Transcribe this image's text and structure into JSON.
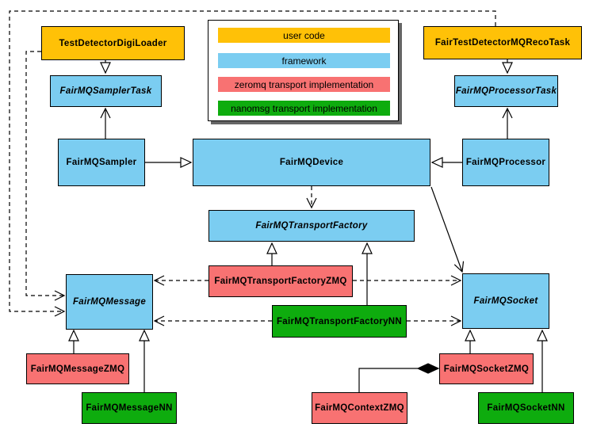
{
  "legend": {
    "items": [
      {
        "label": "user code",
        "color": "#FFC107"
      },
      {
        "label": "framework",
        "color": "#7BCDF1"
      },
      {
        "label": "zeromq transport implementation",
        "color": "#F87272"
      },
      {
        "label": "nanomsg transport implementation",
        "color": "#0EAC0E"
      }
    ]
  },
  "nodes": [
    {
      "label": "TestDetectorDigiLoader",
      "kind": "user",
      "abstract": false
    },
    {
      "label": "FairTestDetectorMQRecoTask",
      "kind": "user",
      "abstract": false
    },
    {
      "label": "FairMQSamplerTask",
      "kind": "framework",
      "abstract": true
    },
    {
      "label": "FairMQProcessorTask",
      "kind": "framework",
      "abstract": true
    },
    {
      "label": "FairMQSampler",
      "kind": "framework",
      "abstract": false
    },
    {
      "label": "FairMQDevice",
      "kind": "framework",
      "abstract": false
    },
    {
      "label": "FairMQProcessor",
      "kind": "framework",
      "abstract": false
    },
    {
      "label": "FairMQTransportFactory",
      "kind": "framework",
      "abstract": true
    },
    {
      "label": "FairMQTransportFactoryZMQ",
      "kind": "zeromq",
      "abstract": false
    },
    {
      "label": "FairMQTransportFactoryNN",
      "kind": "nanomsg",
      "abstract": false
    },
    {
      "label": "FairMQMessage",
      "kind": "framework",
      "abstract": true
    },
    {
      "label": "FairMQSocket",
      "kind": "framework",
      "abstract": true
    },
    {
      "label": "FairMQMessageZMQ",
      "kind": "zeromq",
      "abstract": false
    },
    {
      "label": "FairMQMessageNN",
      "kind": "nanomsg",
      "abstract": false
    },
    {
      "label": "FairMQSocketZMQ",
      "kind": "zeromq",
      "abstract": false
    },
    {
      "label": "FairMQSocketNN",
      "kind": "nanomsg",
      "abstract": false
    },
    {
      "label": "FairMQContextZMQ",
      "kind": "zeromq",
      "abstract": false
    }
  ],
  "edges": [
    {
      "from": "TestDetectorDigiLoader",
      "to": "FairMQSamplerTask",
      "type": "inheritance",
      "line": "solid"
    },
    {
      "from": "FairTestDetectorMQRecoTask",
      "to": "FairMQProcessorTask",
      "type": "inheritance",
      "line": "solid"
    },
    {
      "from": "FairMQSampler",
      "to": "FairMQSamplerTask",
      "type": "association",
      "line": "solid"
    },
    {
      "from": "FairMQProcessor",
      "to": "FairMQProcessorTask",
      "type": "association",
      "line": "solid"
    },
    {
      "from": "FairMQSampler",
      "to": "FairMQDevice",
      "type": "inheritance",
      "line": "solid"
    },
    {
      "from": "FairMQProcessor",
      "to": "FairMQDevice",
      "type": "inheritance",
      "line": "solid"
    },
    {
      "from": "FairMQDevice",
      "to": "FairMQTransportFactory",
      "type": "dependency",
      "line": "dashed"
    },
    {
      "from": "FairMQDevice",
      "to": "FairMQSocket",
      "type": "association",
      "line": "solid"
    },
    {
      "from": "FairMQTransportFactoryZMQ",
      "to": "FairMQTransportFactory",
      "type": "inheritance",
      "line": "solid"
    },
    {
      "from": "FairMQTransportFactoryNN",
      "to": "FairMQTransportFactory",
      "type": "inheritance",
      "line": "solid"
    },
    {
      "from": "FairMQTransportFactoryZMQ",
      "to": "FairMQMessage",
      "type": "dependency",
      "line": "dashed"
    },
    {
      "from": "FairMQTransportFactoryZMQ",
      "to": "FairMQSocket",
      "type": "dependency",
      "line": "dashed"
    },
    {
      "from": "FairMQTransportFactoryNN",
      "to": "FairMQMessage",
      "type": "dependency",
      "line": "dashed"
    },
    {
      "from": "FairMQTransportFactoryNN",
      "to": "FairMQSocket",
      "type": "dependency",
      "line": "dashed"
    },
    {
      "from": "FairMQMessageZMQ",
      "to": "FairMQMessage",
      "type": "inheritance",
      "line": "solid"
    },
    {
      "from": "FairMQMessageNN",
      "to": "FairMQMessage",
      "type": "inheritance",
      "line": "solid"
    },
    {
      "from": "FairMQSocketZMQ",
      "to": "FairMQSocket",
      "type": "inheritance",
      "line": "solid"
    },
    {
      "from": "FairMQSocketNN",
      "to": "FairMQSocket",
      "type": "inheritance",
      "line": "solid"
    },
    {
      "from": "FairMQContextZMQ",
      "to": "FairMQSocketZMQ",
      "type": "composition",
      "line": "solid"
    },
    {
      "from": "TestDetectorDigiLoader",
      "to": "FairMQMessage",
      "type": "dependency",
      "line": "dashed"
    },
    {
      "from": "FairTestDetectorMQRecoTask",
      "to": "FairMQMessage",
      "type": "dependency",
      "line": "dashed"
    }
  ]
}
